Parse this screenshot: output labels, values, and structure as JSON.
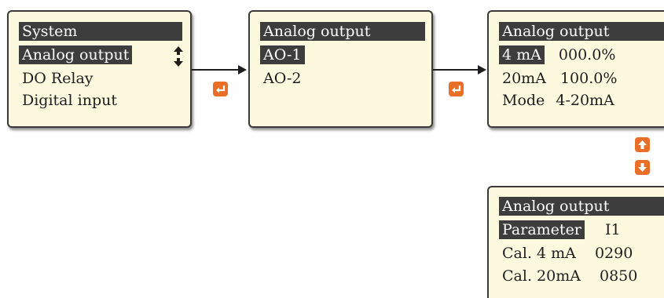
{
  "system_screen": {
    "header": "System",
    "items": [
      "Analog output",
      "DO Relay",
      "Digital input"
    ],
    "scroll_icon": "up-down-arrows-icon"
  },
  "ao_select_screen": {
    "header": "Analog output",
    "items": [
      "AO-1",
      "AO-2"
    ]
  },
  "ao_range_screen": {
    "header": "Analog output",
    "rows": [
      {
        "label": "4 mA",
        "value": "000.0%"
      },
      {
        "label": "20mA",
        "value": "100.0%"
      },
      {
        "label": "Mode",
        "value": "4-20mA"
      }
    ]
  },
  "ao_cal_screen": {
    "header": "Analog output",
    "rows": [
      {
        "label": "Parameter",
        "value": "I1"
      },
      {
        "label": "Cal. 4 mA",
        "value": "0290"
      },
      {
        "label": "Cal. 20mA",
        "value": "0850"
      }
    ]
  },
  "buttons": {
    "enter_icon": "enter-key-icon",
    "up_icon": "up-arrow-icon",
    "down_icon": "down-arrow-icon",
    "color": "#e96f28"
  },
  "colors": {
    "screen_bg": "#fcf9df",
    "highlight": "#3d3d3d"
  }
}
